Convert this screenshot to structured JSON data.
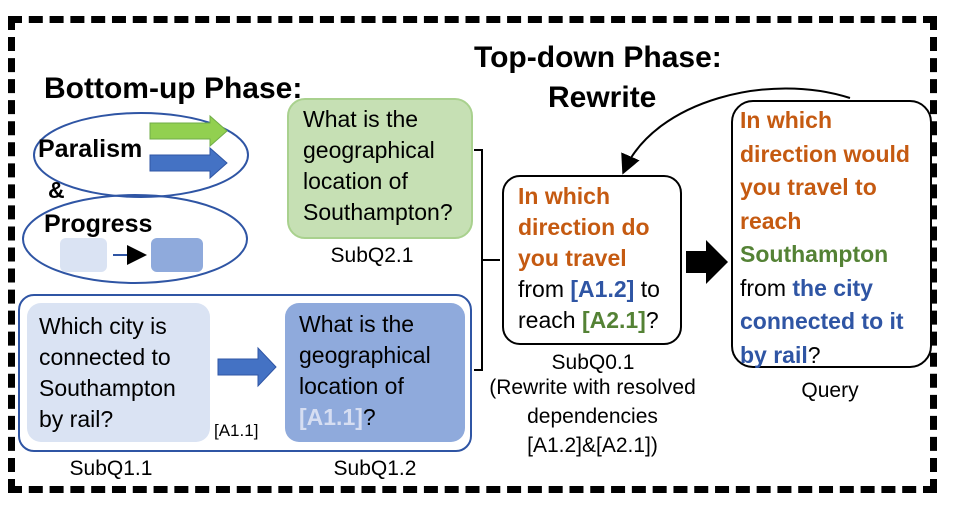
{
  "titles": {
    "top_down": "Top-down Phase:",
    "rewrite": "Rewrite",
    "bottom_up": "Bottom-up Phase:"
  },
  "legend": {
    "paralism": "Paralism",
    "ampersand": "&",
    "progress": "Progress"
  },
  "subq2_1": {
    "lines": [
      "What is the",
      "geographical",
      "location of",
      "Southampton?"
    ],
    "label": "SubQ2.1"
  },
  "subq1_1": {
    "lines": [
      "Which city is",
      "connected to",
      "Southampton",
      "by rail?"
    ],
    "label": "SubQ1.1"
  },
  "arrow_label": "[A1.1]",
  "subq1_2": {
    "lines": [
      "What is the",
      "geographical",
      "location of"
    ],
    "ref": "[A1.1]",
    "qmark": "?",
    "label": "SubQ1.2"
  },
  "subq0_1": {
    "orange_lines": [
      "In which",
      "direction do",
      "you travel"
    ],
    "from": "from",
    "ref1": "[A1.2]",
    "to": "to",
    "reach": "reach",
    "ref2": "[A2.1]",
    "qmark": "?",
    "label": "SubQ0.1",
    "caption": [
      "(Rewrite with resolved",
      "dependencies",
      "[A1.2]&[A2.1])"
    ]
  },
  "query": {
    "orange_lines": [
      "In which",
      "direction would",
      "you travel to",
      "reach"
    ],
    "green": "Southampton",
    "from": "from",
    "blue_lines": [
      "the city",
      "connected to it",
      "by rail"
    ],
    "qmark": "?",
    "label": "Query"
  },
  "colors": {
    "green_fill": "#C6E0B4",
    "green_border": "#A9D18E",
    "light_blue": "#DAE3F3",
    "mid_blue": "#8FAADC",
    "dark_blue": "#2F55A4",
    "orange": "#C55A11",
    "green_text": "#548235",
    "arrow_green": "#92D050",
    "arrow_blue": "#4472C4"
  }
}
